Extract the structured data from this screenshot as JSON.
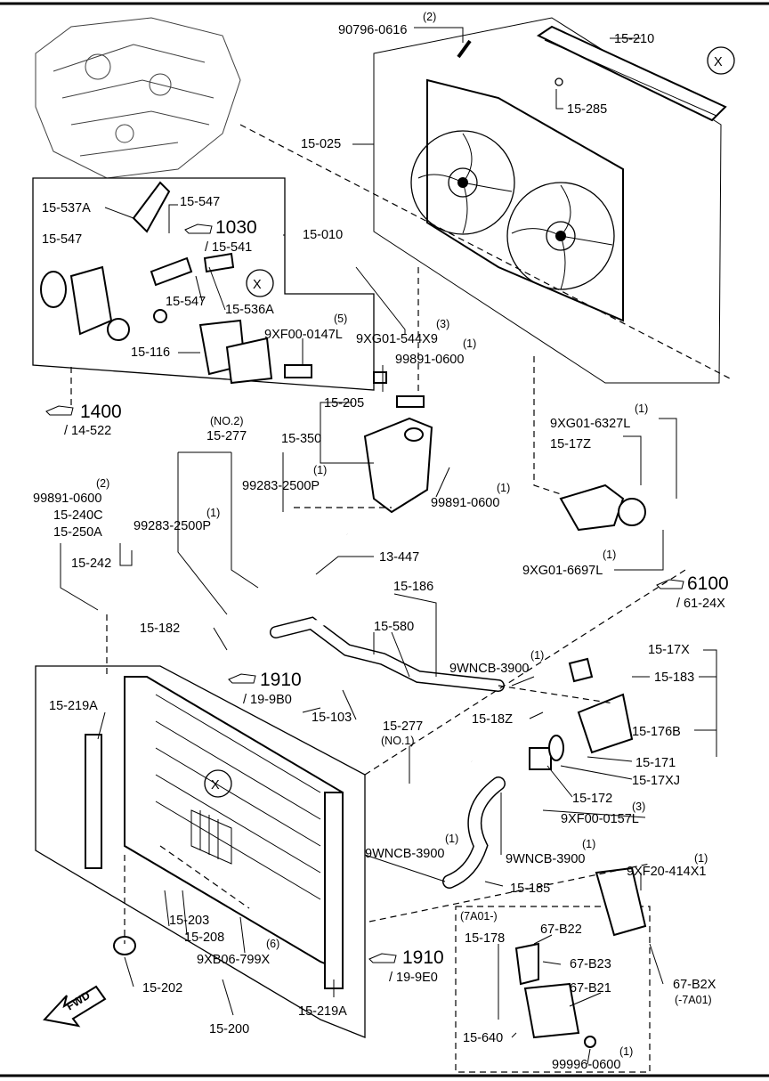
{
  "labels": {
    "p90796": "90796-0616",
    "q2a": "(2)",
    "p15210": "15-210",
    "X": "X",
    "p15285": "15-285",
    "p15025": "15-025",
    "p15537A": "15-537A",
    "p15547a": "15-547",
    "ref1030": "1030",
    "ref15541": "/ 15-541",
    "p15010": "15-010",
    "p15547b": "15-547",
    "p15547c": "15-547",
    "p15536A": "15-536A",
    "p15116": "15-116",
    "q5": "(5)",
    "p9XF00147": "9XF00-0147L",
    "q3": "(3)",
    "p9XG01544": "9XG01-544X9",
    "q1a": "(1)",
    "p99891a": "99891-0600",
    "ref1400": "1400",
    "ref14522": "/ 14-522",
    "p15205": "15-205",
    "no2": "(NO.2)",
    "p15277a": "15-277",
    "p15350": "15-350",
    "q1b": "(1)",
    "p99283a": "99283-2500P",
    "q1c": "(1)",
    "p99891b": "99891-0600",
    "q2b": "(2)",
    "p99891c": "99891-0600",
    "p15240C": "15-240C",
    "p15250A": "15-250A",
    "q1d": "(1)",
    "p99283b": "99283-2500P",
    "p15242": "15-242",
    "q1e": "(1)",
    "p9XG016327": "9XG01-6327L",
    "p1517Z": "15-17Z",
    "q1f": "(1)",
    "p9XG016697": "9XG01-6697L",
    "p13447": "13-447",
    "p15186": "15-186",
    "ref6100": "6100",
    "ref6124X": "/ 61-24X",
    "p15182": "15-182",
    "p15580": "15-580",
    "p1517X": "15-17X",
    "q1g": "(1)",
    "p9WNCB3900a": "9WNCB-3900",
    "p15183": "15-183",
    "ref1910a": "1910",
    "ref199B0": "/ 19-9B0",
    "p15219Aa": "15-219A",
    "p15103": "15-103",
    "p1518Z": "15-18Z",
    "p15176B": "15-176B",
    "p15277b": "15-277",
    "no1": "(NO.1)",
    "p15171": "15-171",
    "p1517XJ": "15-17XJ",
    "p15172": "15-172",
    "q3b": "(3)",
    "p9XF000157": "9XF00-0157L",
    "q1h": "(1)",
    "p9WNCB3900b": "9WNCB-3900",
    "q1i": "(1)",
    "p9WNCB3900c": "9WNCB-3900",
    "q1j": "(1)",
    "p9XF20414": "9XF20-414X1",
    "p15203": "15-203",
    "p15208": "15-208",
    "q6": "(6)",
    "p9XB06799": "9XB06-799X",
    "p15185": "15-185",
    "ref1910b": "1910",
    "ref199E0": "/ 19-9E0",
    "v7A01": "(7A01-)",
    "p15178": "15-178",
    "p67B22": "67-B22",
    "p67B23": "67-B23",
    "p67B21": "67-B21",
    "p67B2X": "67-B2X",
    "v7A01b": "(-7A01)",
    "p15202": "15-202",
    "p15200": "15-200",
    "p15219Ab": "15-219A",
    "p15640": "15-640",
    "q1k": "(1)",
    "p99996": "99996-0600",
    "fwd": "FWD"
  }
}
